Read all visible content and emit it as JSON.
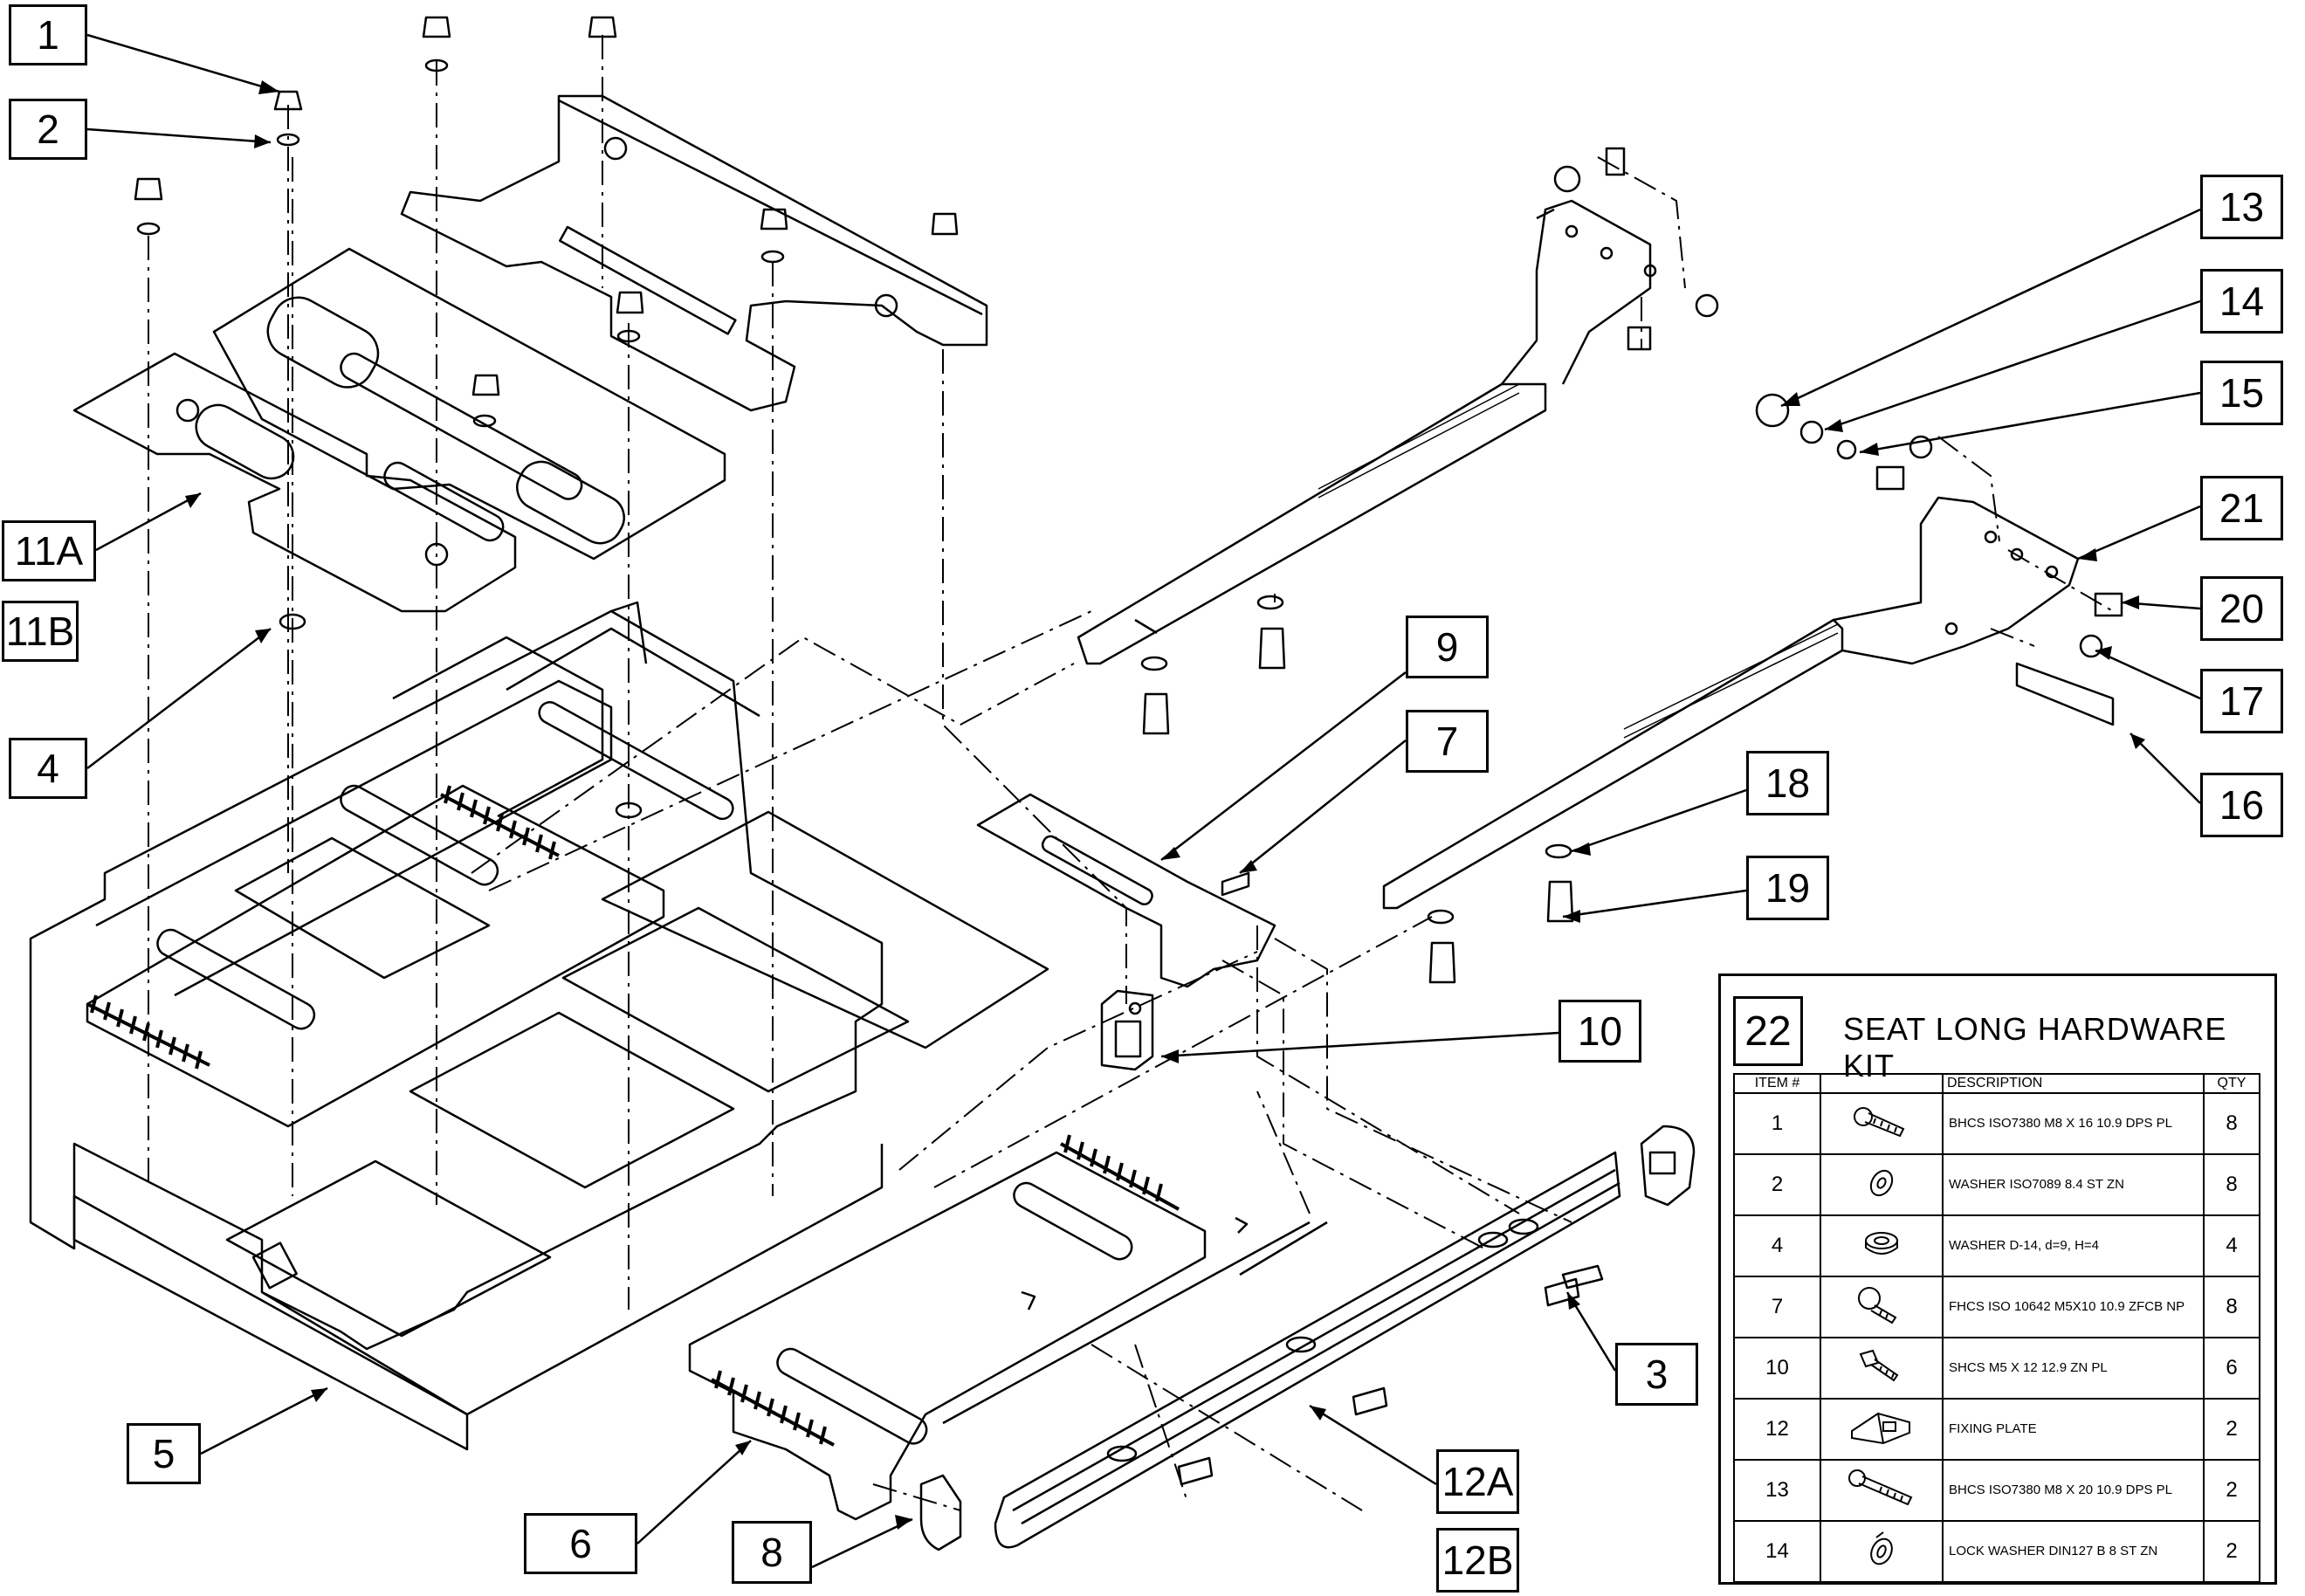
{
  "callouts": [
    {
      "id": "c1",
      "label": "1"
    },
    {
      "id": "c2",
      "label": "2"
    },
    {
      "id": "c11A",
      "label": "11A"
    },
    {
      "id": "c11B",
      "label": "11B"
    },
    {
      "id": "c4",
      "label": "4"
    },
    {
      "id": "c5",
      "label": "5"
    },
    {
      "id": "c6",
      "label": "6"
    },
    {
      "id": "c8",
      "label": "8"
    },
    {
      "id": "c9",
      "label": "9"
    },
    {
      "id": "c7",
      "label": "7"
    },
    {
      "id": "c10",
      "label": "10"
    },
    {
      "id": "c12A",
      "label": "12A"
    },
    {
      "id": "c12B",
      "label": "12B"
    },
    {
      "id": "c3",
      "label": "3"
    },
    {
      "id": "c13",
      "label": "13"
    },
    {
      "id": "c14",
      "label": "14"
    },
    {
      "id": "c15",
      "label": "15"
    },
    {
      "id": "c21",
      "label": "21"
    },
    {
      "id": "c20",
      "label": "20"
    },
    {
      "id": "c17",
      "label": "17"
    },
    {
      "id": "c16",
      "label": "16"
    },
    {
      "id": "c18",
      "label": "18"
    },
    {
      "id": "c19",
      "label": "19"
    }
  ],
  "kit": {
    "number": "22",
    "title": "SEAT LONG HARDWARE KIT",
    "headers": {
      "item": "ITEM #",
      "description": "DESCRIPTION",
      "qty": "QTY"
    },
    "rows": [
      {
        "item": "1",
        "icon": "bolt-button-head-icon",
        "description": "BHCS ISO7380 M8 X 16 10.9 DPS PL",
        "qty": "8"
      },
      {
        "item": "2",
        "icon": "flat-washer-icon",
        "description": "WASHER ISO7089 8.4 ST ZN",
        "qty": "8"
      },
      {
        "item": "4",
        "icon": "thick-washer-icon",
        "description": "WASHER D-14, d=9, H=4",
        "qty": "4"
      },
      {
        "item": "7",
        "icon": "flat-head-screw-icon",
        "description": "FHCS ISO 10642 M5X10 10.9 ZFCB NP",
        "qty": "8"
      },
      {
        "item": "10",
        "icon": "socket-head-screw-icon",
        "description": "SHCS M5 X 12 12.9 ZN PL",
        "qty": "6"
      },
      {
        "item": "12",
        "icon": "fixing-plate-icon",
        "description": "FIXING PLATE",
        "qty": "2"
      },
      {
        "item": "13",
        "icon": "long-bolt-icon",
        "description": "BHCS ISO7380 M8 X 20 10.9 DPS PL",
        "qty": "2"
      },
      {
        "item": "14",
        "icon": "lock-washer-icon",
        "description": "LOCK WASHER DIN127 B 8 ST ZN",
        "qty": "2"
      }
    ]
  }
}
